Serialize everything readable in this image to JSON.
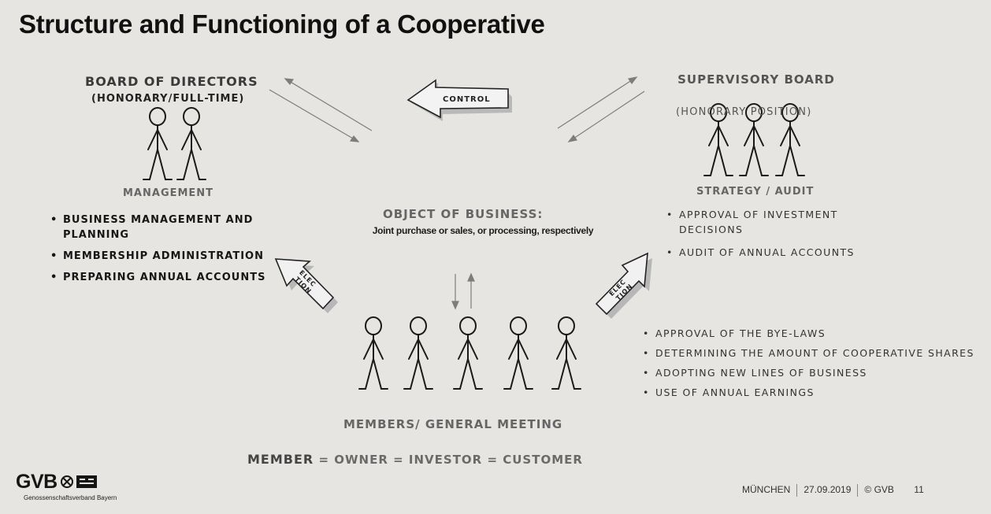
{
  "title": "Structure and Functioning of a Cooperative",
  "board": {
    "title": "BOARD OF DIRECTORS",
    "subtitle": "(HONORARY/FULL-TIME)",
    "group_label": "MANAGEMENT",
    "items": [
      "BUSINESS MANAGEMENT AND PLANNING",
      "MEMBERSHIP ADMINISTRATION",
      "PREPARING ANNUAL ACCOUNTS"
    ]
  },
  "supervisory": {
    "title": "SUPERVISORY BOARD",
    "subtitle": "(HONORARY POSITION)",
    "group_label": "STRATEGY / AUDIT",
    "items": [
      "APPROVAL OF INVESTMENT DECISIONS",
      "AUDIT OF ANNUAL ACCOUNTS"
    ]
  },
  "control_label": "CONTROL",
  "election_label_1": "ELEC",
  "election_label_2": "TION",
  "object": {
    "title": "OBJECT OF BUSINESS:",
    "subtitle": "Joint purchase or sales, or processing, respectively"
  },
  "members": {
    "title": "MEMBERS/ GENERAL MEETING",
    "items": [
      "APPROVAL OF THE BYE-LAWS",
      "DETERMINING THE AMOUNT OF COOPERATIVE SHARES",
      "ADOPTING NEW LINES OF BUSINESS",
      "USE OF ANNUAL EARNINGS"
    ]
  },
  "equation": {
    "member": "MEMBER",
    "rest": "= OWNER = INVESTOR = CUSTOMER"
  },
  "logo": {
    "text": "GVB",
    "subtitle": "Genossenschaftsverband Bayern"
  },
  "footer": {
    "city": "MÜNCHEN",
    "date": "27.09.2019",
    "copyright": "© GVB",
    "page": "11"
  }
}
